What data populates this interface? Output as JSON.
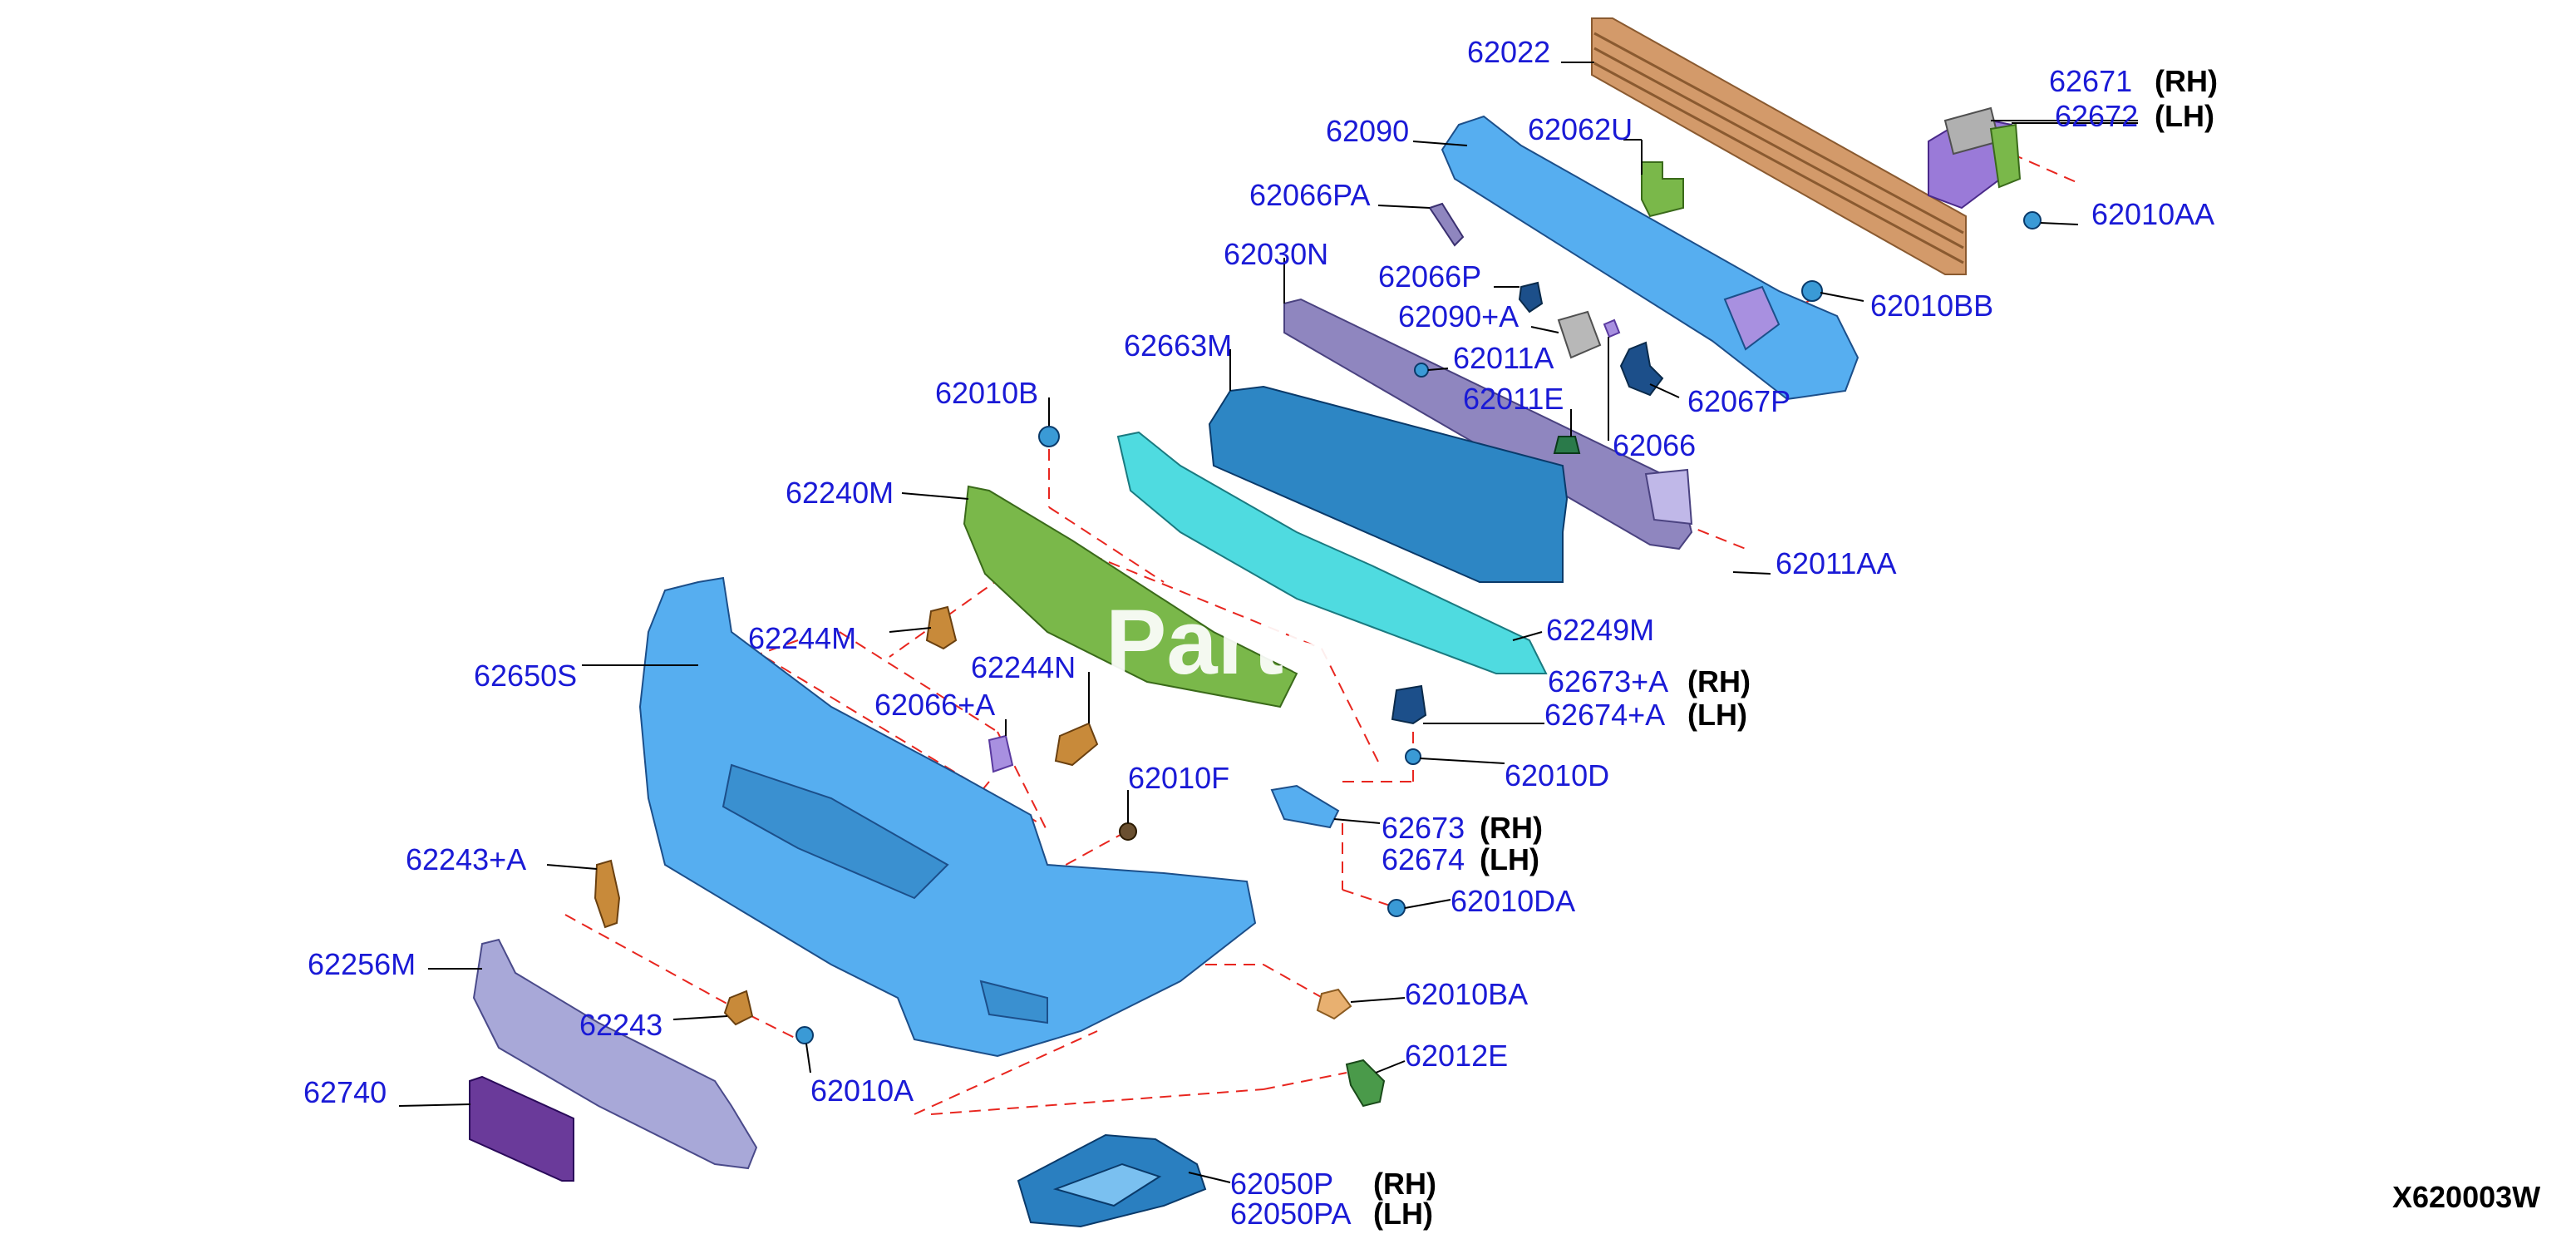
{
  "diagram": {
    "diagram_code": "X620003W",
    "watermark": "Parts",
    "callouts": [
      {
        "id": "p62022",
        "part": "62022",
        "side": ""
      },
      {
        "id": "p62090",
        "part": "62090",
        "side": ""
      },
      {
        "id": "p62062U",
        "part": "62062U",
        "side": ""
      },
      {
        "id": "p62671",
        "part": "62671",
        "side": "(RH)"
      },
      {
        "id": "p62672",
        "part": "62672",
        "side": "(LH)"
      },
      {
        "id": "p62010AA",
        "part": "62010AA",
        "side": ""
      },
      {
        "id": "p62066PA",
        "part": "62066PA",
        "side": ""
      },
      {
        "id": "p62030N",
        "part": "62030N",
        "side": ""
      },
      {
        "id": "p62066P",
        "part": "62066P",
        "side": ""
      },
      {
        "id": "p62090A",
        "part": "62090+A",
        "side": ""
      },
      {
        "id": "p62010BB",
        "part": "62010BB",
        "side": ""
      },
      {
        "id": "p62663M",
        "part": "62663M",
        "side": ""
      },
      {
        "id": "p62011A",
        "part": "62011A",
        "side": ""
      },
      {
        "id": "p62067P",
        "part": "62067P",
        "side": ""
      },
      {
        "id": "p62010B",
        "part": "62010B",
        "side": ""
      },
      {
        "id": "p62011E",
        "part": "62011E",
        "side": ""
      },
      {
        "id": "p62066",
        "part": "62066",
        "side": ""
      },
      {
        "id": "p62240M",
        "part": "62240M",
        "side": ""
      },
      {
        "id": "p62011AA",
        "part": "62011AA",
        "side": ""
      },
      {
        "id": "p62244M",
        "part": "62244M",
        "side": ""
      },
      {
        "id": "p62650S",
        "part": "62650S",
        "side": ""
      },
      {
        "id": "p62244N",
        "part": "62244N",
        "side": ""
      },
      {
        "id": "p62249M",
        "part": "62249M",
        "side": ""
      },
      {
        "id": "p62673A",
        "part": "62673+A",
        "side": "(RH)"
      },
      {
        "id": "p62674A",
        "part": "62674+A",
        "side": "(LH)"
      },
      {
        "id": "p62066A",
        "part": "62066+A",
        "side": ""
      },
      {
        "id": "p62010D",
        "part": "62010D",
        "side": ""
      },
      {
        "id": "p62010F",
        "part": "62010F",
        "side": ""
      },
      {
        "id": "p62673",
        "part": "62673",
        "side": "(RH)"
      },
      {
        "id": "p62674",
        "part": "62674",
        "side": "(LH)"
      },
      {
        "id": "p62243A",
        "part": "62243+A",
        "side": ""
      },
      {
        "id": "p62010DA",
        "part": "62010DA",
        "side": ""
      },
      {
        "id": "p62256M",
        "part": "62256M",
        "side": ""
      },
      {
        "id": "p62010BA",
        "part": "62010BA",
        "side": ""
      },
      {
        "id": "p62243",
        "part": "62243",
        "side": ""
      },
      {
        "id": "p62012E",
        "part": "62012E",
        "side": ""
      },
      {
        "id": "p62010A",
        "part": "62010A",
        "side": ""
      },
      {
        "id": "p62740",
        "part": "62740",
        "side": ""
      },
      {
        "id": "p62050P",
        "part": "62050P",
        "side": "(RH)"
      },
      {
        "id": "p62050PA",
        "part": "62050PA",
        "side": "(LH)"
      }
    ],
    "colors": {
      "label": "#1a1ad6",
      "leader_line": "#000000",
      "dash_line": "#e8261f",
      "fascia": "#56aef0",
      "absorber": "#d39a6a",
      "reinforcement": "#8f86bf",
      "undercover": "#2d86c4",
      "deflector": "#4fdbe0",
      "air_guide": "#7ab84a",
      "bracket": "#c88a3a",
      "lower_grille": "#a8a8d8",
      "license_bracket": "#6a3a9a",
      "fog_bezel": "#2a7fc0",
      "clip": "#3a9ad6",
      "side_bracket": "#9a7ad8"
    }
  }
}
